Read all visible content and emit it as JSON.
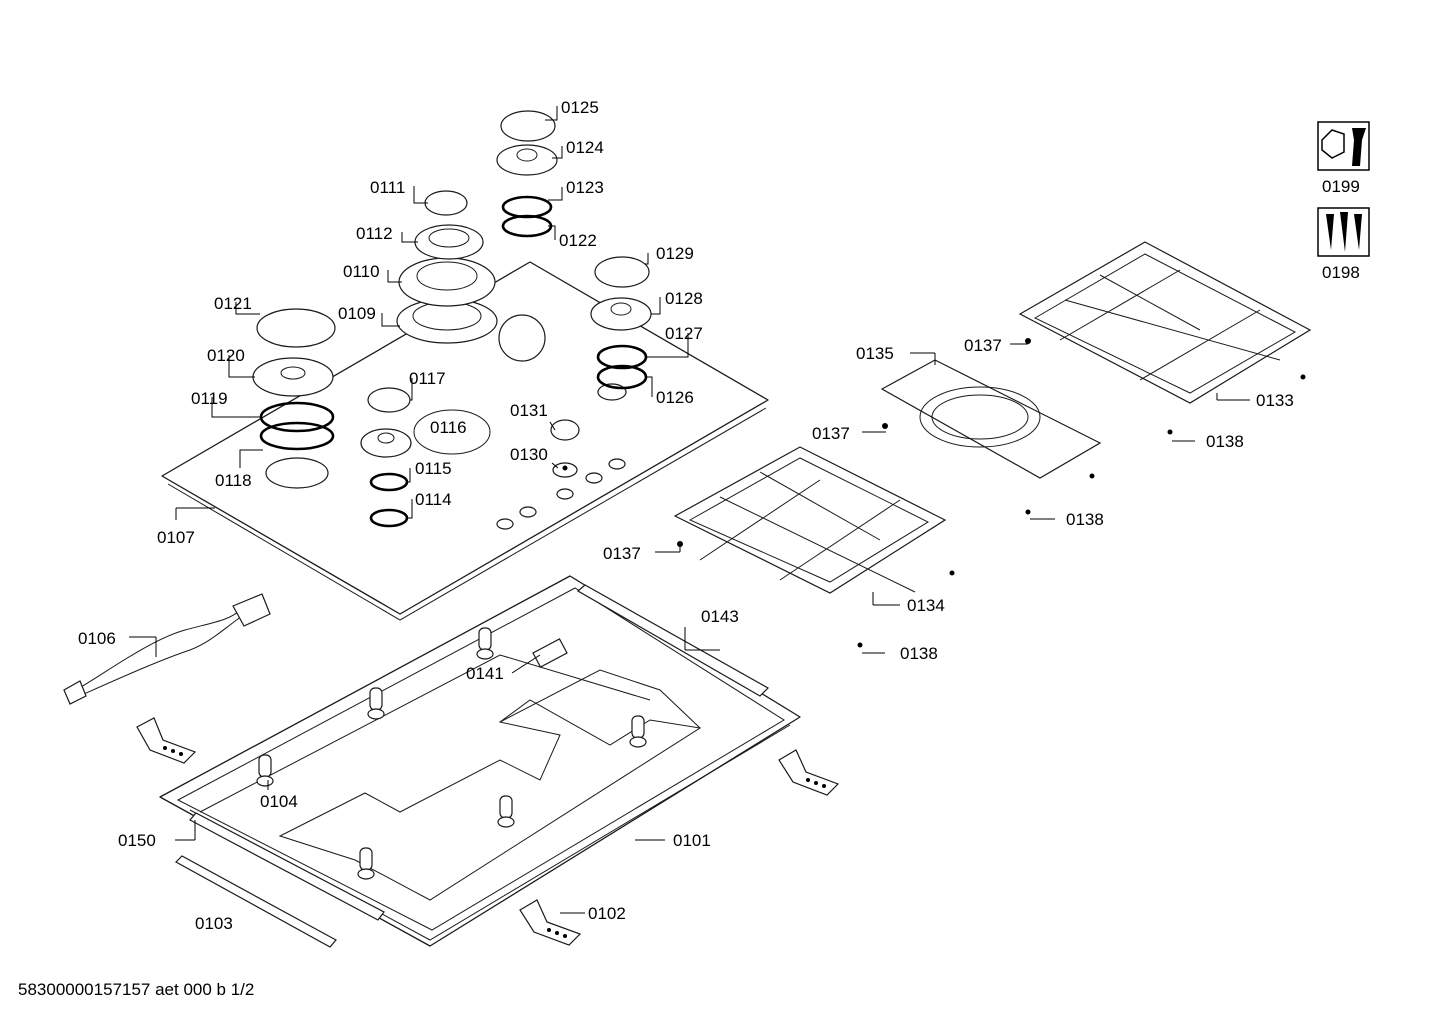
{
  "diagram": {
    "callouts": {
      "p0101": "0101",
      "p0102": "0102",
      "p0103": "0103",
      "p0104": "0104",
      "p0106": "0106",
      "p0107": "0107",
      "p0109": "0109",
      "p0110": "0110",
      "p0111": "0111",
      "p0112": "0112",
      "p0114": "0114",
      "p0115": "0115",
      "p0116": "0116",
      "p0117": "0117",
      "p0118": "0118",
      "p0119": "0119",
      "p0120": "0120",
      "p0121": "0121",
      "p0122": "0122",
      "p0123": "0123",
      "p0124": "0124",
      "p0125": "0125",
      "p0126": "0126",
      "p0127": "0127",
      "p0128": "0128",
      "p0129": "0129",
      "p0130": "0130",
      "p0131": "0131",
      "p0133": "0133",
      "p0134": "0134",
      "p0135": "0135",
      "p0137a": "0137",
      "p0137b": "0137",
      "p0137c": "0137",
      "p0138a": "0138",
      "p0138b": "0138",
      "p0138c": "0138",
      "p0141": "0141",
      "p0143": "0143",
      "p0150": "0150",
      "p0198": "0198",
      "p0199": "0199"
    },
    "icons": {
      "p0199": "wrench-nut-icon",
      "p0198": "screws-icon"
    }
  },
  "footer": {
    "doc_id": "58300000157157 aet 000 b 1/2"
  }
}
